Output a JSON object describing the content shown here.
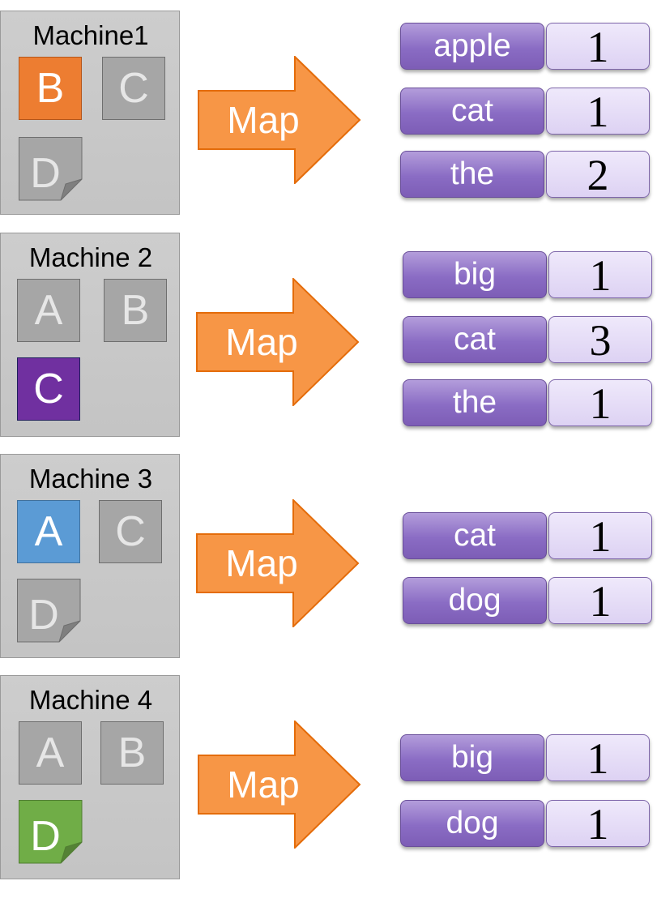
{
  "machines": [
    {
      "title": "Machine1",
      "tiles": [
        {
          "letter": "B",
          "color": "#ed7d31",
          "highlighted": true,
          "shape": "square"
        },
        {
          "letter": "C",
          "color": "#a6a6a6",
          "highlighted": false,
          "shape": "square"
        },
        {
          "letter": "D",
          "color": "#a6a6a6",
          "highlighted": false,
          "shape": "folded-corner"
        }
      ],
      "arrow_label": "Map",
      "pairs": [
        {
          "key": "apple",
          "value": "1"
        },
        {
          "key": "cat",
          "value": "1"
        },
        {
          "key": "the",
          "value": "2"
        }
      ]
    },
    {
      "title": "Machine 2",
      "tiles": [
        {
          "letter": "A",
          "color": "#a6a6a6",
          "highlighted": false,
          "shape": "square"
        },
        {
          "letter": "B",
          "color": "#a6a6a6",
          "highlighted": false,
          "shape": "square"
        },
        {
          "letter": "C",
          "color": "#7030a0",
          "highlighted": true,
          "shape": "square"
        }
      ],
      "arrow_label": "Map",
      "pairs": [
        {
          "key": "big",
          "value": "1"
        },
        {
          "key": "cat",
          "value": "3"
        },
        {
          "key": "the",
          "value": "1"
        }
      ]
    },
    {
      "title": "Machine 3",
      "tiles": [
        {
          "letter": "A",
          "color": "#5b9bd5",
          "highlighted": true,
          "shape": "square"
        },
        {
          "letter": "C",
          "color": "#a6a6a6",
          "highlighted": false,
          "shape": "square"
        },
        {
          "letter": "D",
          "color": "#a6a6a6",
          "highlighted": false,
          "shape": "folded-corner"
        }
      ],
      "arrow_label": "Map",
      "pairs": [
        {
          "key": "cat",
          "value": "1"
        },
        {
          "key": "dog",
          "value": "1"
        }
      ]
    },
    {
      "title": "Machine 4",
      "tiles": [
        {
          "letter": "A",
          "color": "#a6a6a6",
          "highlighted": false,
          "shape": "square"
        },
        {
          "letter": "B",
          "color": "#a6a6a6",
          "highlighted": false,
          "shape": "square"
        },
        {
          "letter": "D",
          "color": "#70ad47",
          "highlighted": true,
          "shape": "folded-corner"
        }
      ],
      "arrow_label": "Map",
      "pairs": [
        {
          "key": "big",
          "value": "1"
        },
        {
          "key": "dog",
          "value": "1"
        }
      ]
    }
  ],
  "colors": {
    "arrow_fill": "#f79646",
    "arrow_stroke": "#e46c0a",
    "key_fill": "#8e6fc8",
    "value_fill": "#e4daf6"
  }
}
